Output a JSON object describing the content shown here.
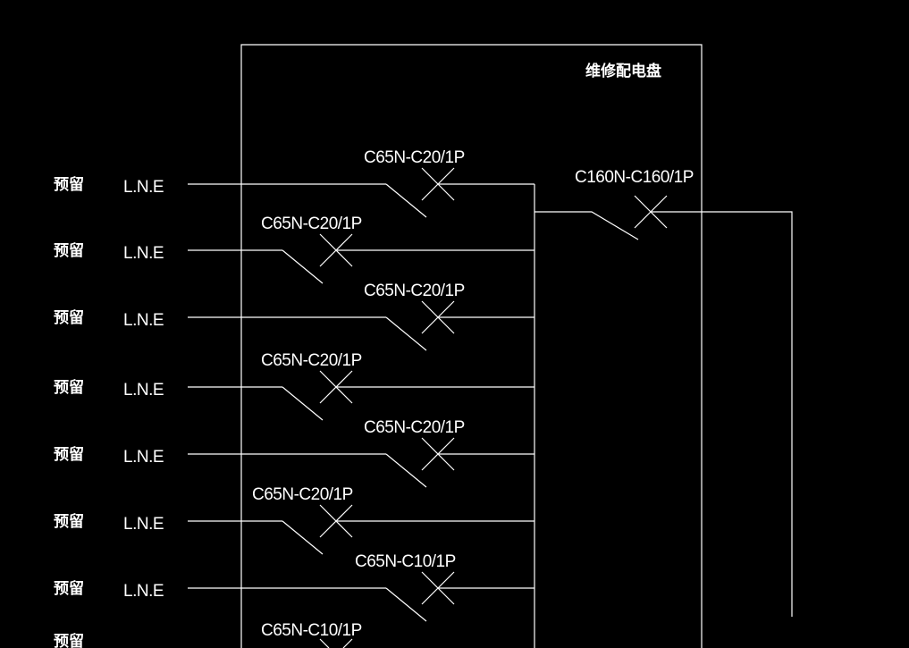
{
  "panel": {
    "title": "维修配电盘"
  },
  "main_breaker": {
    "label": "C160N-C160/1P"
  },
  "circuits": [
    {
      "name": "预留",
      "phase": "L.N.E",
      "breaker": "C65N-C20/1P"
    },
    {
      "name": "预留",
      "phase": "L.N.E",
      "breaker": "C65N-C20/1P"
    },
    {
      "name": "预留",
      "phase": "L.N.E",
      "breaker": "C65N-C20/1P"
    },
    {
      "name": "预留",
      "phase": "L.N.E",
      "breaker": "C65N-C20/1P"
    },
    {
      "name": "预留",
      "phase": "L.N.E",
      "breaker": "C65N-C20/1P"
    },
    {
      "name": "预留",
      "phase": "L.N.E",
      "breaker": "C65N-C20/1P"
    },
    {
      "name": "预留",
      "phase": "L.N.E",
      "breaker": "C65N-C10/1P"
    },
    {
      "name": "预留",
      "phase": "",
      "breaker": "C65N-C10/1P"
    }
  ],
  "colors": {
    "background": "#000000",
    "line": "#ffffff"
  }
}
